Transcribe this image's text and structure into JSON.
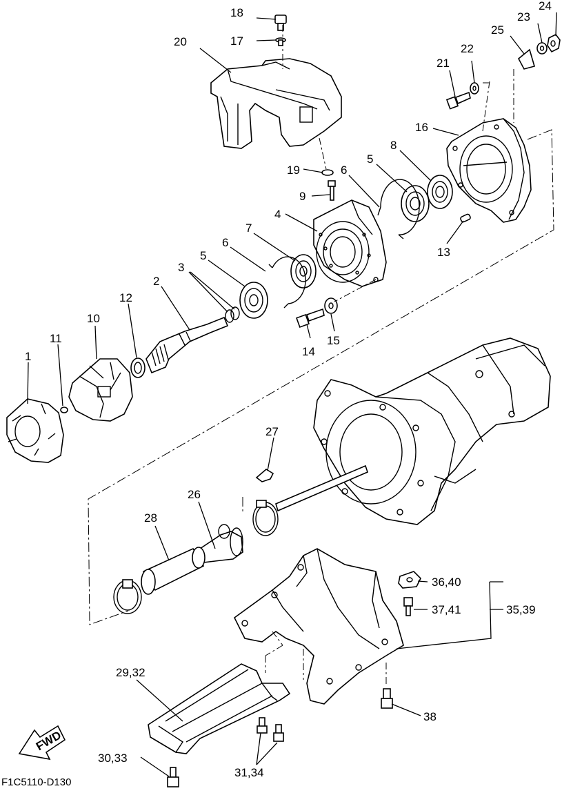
{
  "diagram": {
    "code": "F1C5110-D130",
    "fwd": "FWD",
    "callouts": [
      {
        "id": "c1",
        "label": "1"
      },
      {
        "id": "c2",
        "label": "2"
      },
      {
        "id": "c3",
        "label": "3"
      },
      {
        "id": "c4",
        "label": "4"
      },
      {
        "id": "c5a",
        "label": "5"
      },
      {
        "id": "c5b",
        "label": "5"
      },
      {
        "id": "c6a",
        "label": "6"
      },
      {
        "id": "c6b",
        "label": "6"
      },
      {
        "id": "c7",
        "label": "7"
      },
      {
        "id": "c8",
        "label": "8"
      },
      {
        "id": "c9",
        "label": "9"
      },
      {
        "id": "c10",
        "label": "10"
      },
      {
        "id": "c11",
        "label": "11"
      },
      {
        "id": "c12",
        "label": "12"
      },
      {
        "id": "c13",
        "label": "13"
      },
      {
        "id": "c14",
        "label": "14"
      },
      {
        "id": "c15",
        "label": "15"
      },
      {
        "id": "c16",
        "label": "16"
      },
      {
        "id": "c17",
        "label": "17"
      },
      {
        "id": "c18",
        "label": "18"
      },
      {
        "id": "c19",
        "label": "19"
      },
      {
        "id": "c20",
        "label": "20"
      },
      {
        "id": "c21",
        "label": "21"
      },
      {
        "id": "c22",
        "label": "22"
      },
      {
        "id": "c23",
        "label": "23"
      },
      {
        "id": "c24",
        "label": "24"
      },
      {
        "id": "c25",
        "label": "25"
      },
      {
        "id": "c26",
        "label": "26"
      },
      {
        "id": "c27",
        "label": "27"
      },
      {
        "id": "c28",
        "label": "28"
      },
      {
        "id": "c2932",
        "label": "29,32"
      },
      {
        "id": "c3033",
        "label": "30,33"
      },
      {
        "id": "c3134",
        "label": "31,34"
      },
      {
        "id": "c3539",
        "label": "35,39"
      },
      {
        "id": "c3640",
        "label": "36,40"
      },
      {
        "id": "c3741",
        "label": "37,41"
      },
      {
        "id": "c38",
        "label": "38"
      }
    ]
  }
}
